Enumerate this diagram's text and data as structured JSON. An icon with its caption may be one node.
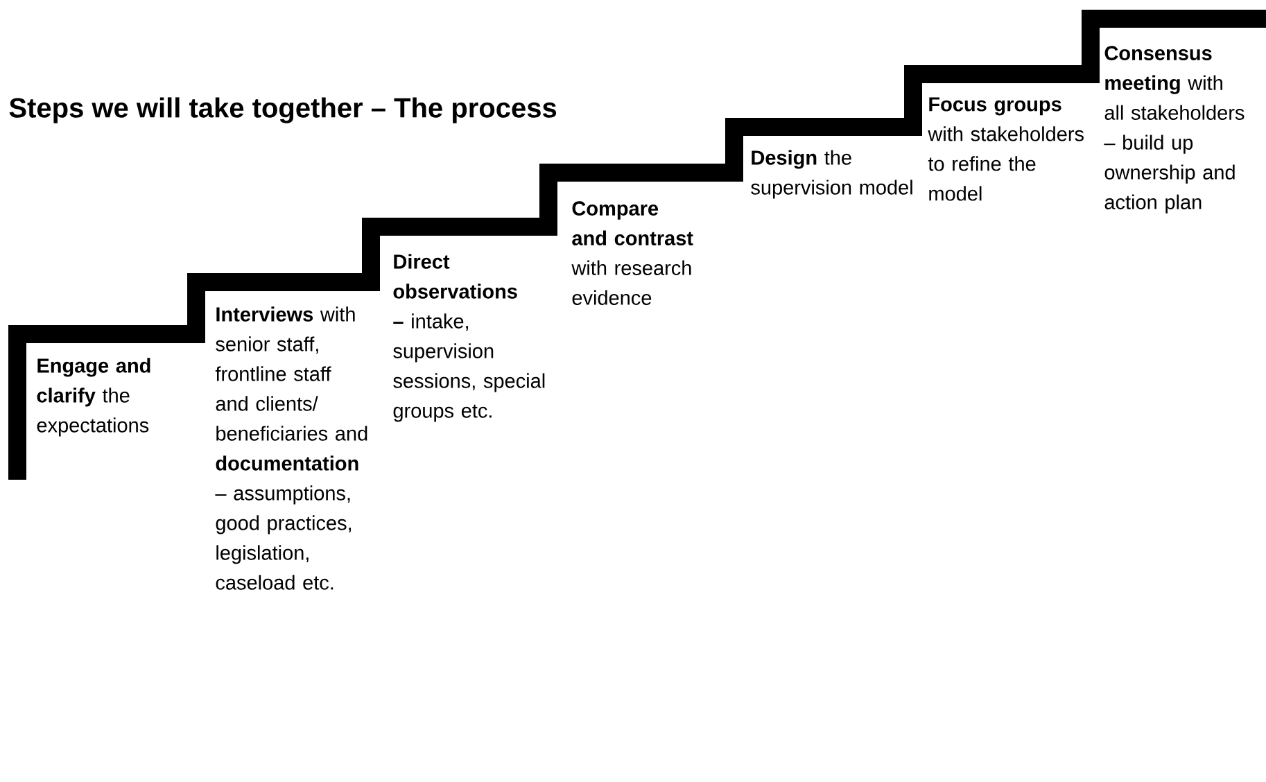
{
  "diagram": {
    "title": "Steps we will take together – The process",
    "labels": [
      "**Engage and clarify** the expectations",
      "**Interviews** with senior staff, frontline staff and clients/ beneficiaries and **documentation** – assumptions, good practices, legislation, caseload etc.",
      "**Direct observations –** intake, supervision sessions, special groups etc.",
      "**Compare and contrast** with research evidence",
      "**Design** the supervision model",
      "**Focus groups** with stakeholders to refine the model",
      "**Consensus meeting** with all stakeholders – build up ownership and action plan"
    ]
  }
}
